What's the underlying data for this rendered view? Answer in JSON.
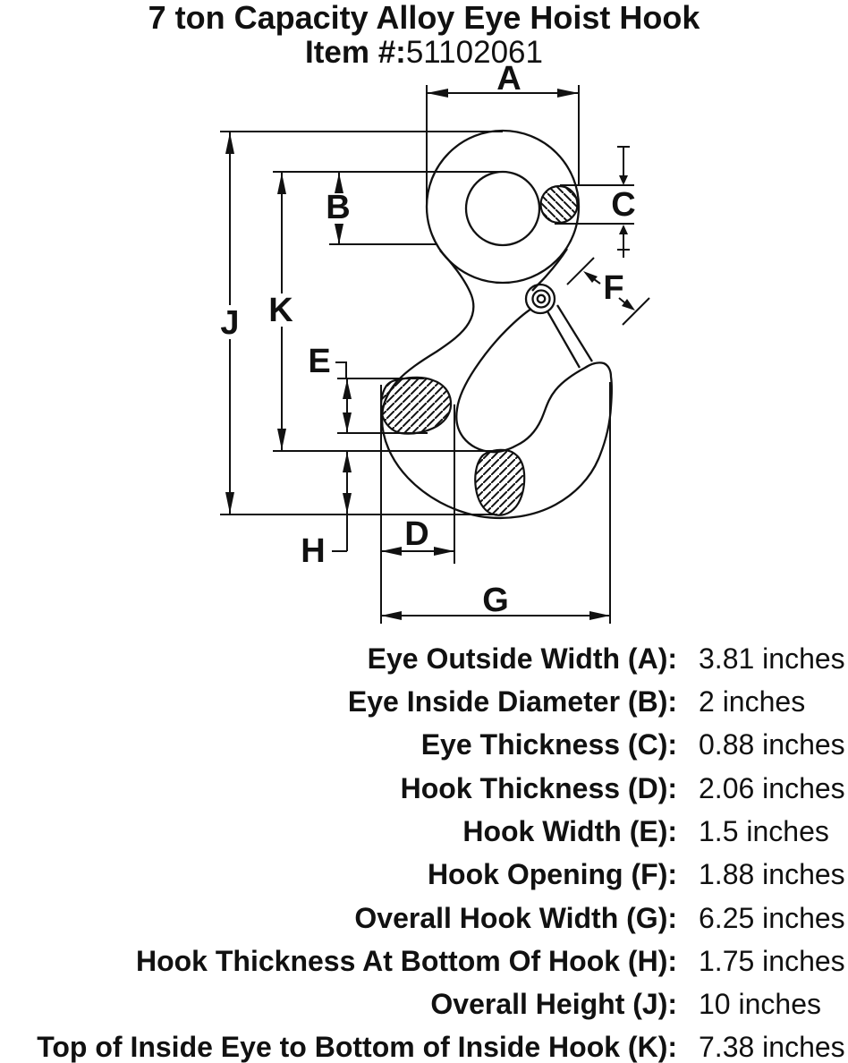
{
  "colors": {
    "ink": "#111111",
    "background": "#ffffff"
  },
  "header": {
    "title": "7 ton Capacity Alloy Eye Hoist Hook",
    "item_label": "Item #:",
    "item_number": "51102061"
  },
  "diagram": {
    "labels": {
      "A": "A",
      "B": "B",
      "C": "C",
      "D": "D",
      "E": "E",
      "F": "F",
      "G": "G",
      "H": "H",
      "J": "J",
      "K": "K"
    }
  },
  "specs": {
    "rows": [
      {
        "label": "Eye Outside Width (A):",
        "value": "3.81 inches"
      },
      {
        "label": "Eye Inside Diameter (B):",
        "value": "2 inches"
      },
      {
        "label": "Eye Thickness (C):",
        "value": "0.88 inches"
      },
      {
        "label": "Hook Thickness (D):",
        "value": "2.06 inches"
      },
      {
        "label": "Hook Width (E):",
        "value": "1.5 inches"
      },
      {
        "label": "Hook Opening (F):",
        "value": "1.88 inches"
      },
      {
        "label": "Overall Hook Width (G):",
        "value": "6.25 inches"
      },
      {
        "label": "Hook Thickness At Bottom Of Hook (H):",
        "value": "1.75 inches"
      },
      {
        "label": "Overall Height (J):",
        "value": "10 inches"
      },
      {
        "label": "Top of Inside Eye to Bottom of Inside Hook (K):",
        "value": "7.38 inches"
      }
    ]
  }
}
